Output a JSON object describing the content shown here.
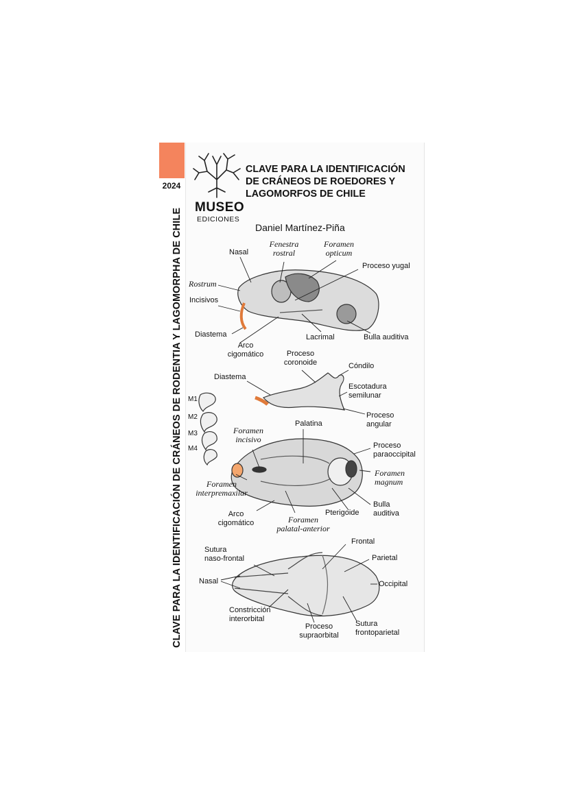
{
  "cover": {
    "year": "2024",
    "spine_title": "CLAVE PARA LA IDENTIFICACIÓN DE CRÁNEOS DE RODENTIA Y LAGOMORPHA DE CHILE",
    "publisher_name": "MUSEO",
    "publisher_sub": "EDICIONES",
    "title_line1": "CLAVE PARA LA IDENTIFICACIÓN",
    "title_line2": "DE CRÁNEOS DE ROEDORES Y",
    "title_line3": "LAGOMORFOS DE CHILE",
    "author": "Daniel Martínez-Piña",
    "colors": {
      "accent": "#f4845d",
      "incisor": "#e07a3a"
    }
  },
  "lateral": {
    "nasal": "Nasal",
    "fenestra_1": "Fenestra",
    "fenestra_2": "rostral",
    "foramen_opticum_1": "Foramen",
    "foramen_opticum_2": "opticum",
    "proceso_yugal": "Proceso yugal",
    "rostrum": "Rostrum",
    "incisivos": "Incisivos",
    "diastema": "Diastema",
    "arco_1": "Arco",
    "arco_2": "cigomático",
    "lacrimal": "Lacrimal",
    "bulla": "Bulla auditiva"
  },
  "mandible": {
    "coronoide_1": "Proceso",
    "coronoide_2": "coronoide",
    "condilo": "Cóndilo",
    "diastema": "Diastema",
    "escotadura_1": "Escotadura",
    "escotadura_2": "semilunar",
    "angular_1": "Proceso",
    "angular_2": "angular"
  },
  "molars": [
    "M1",
    "M2",
    "M3",
    "M4"
  ],
  "ventral": {
    "foramen_incisivo_1": "Foramen",
    "foramen_incisivo_2": "incisivo",
    "palatina": "Palatina",
    "paraoccipital_1": "Proceso",
    "paraoccipital_2": "paraoccipital",
    "magnum_1": "Foramen",
    "magnum_2": "magnum",
    "interpremaxilar_1": "Foramen",
    "interpremaxilar_2": "interpremaxilar",
    "pterigoide": "Pterigoide",
    "bulla_1": "Bulla",
    "bulla_2": "auditiva",
    "arco_1": "Arco",
    "arco_2": "cigomático",
    "palatal_1": "Foramen",
    "palatal_2": "palatal-anterior"
  },
  "dorsal": {
    "sutura_nf_1": "Sutura",
    "sutura_nf_2": "naso-frontal",
    "frontal": "Frontal",
    "parietal": "Parietal",
    "nasal": "Nasal",
    "occipital": "Occipital",
    "constriccion_1": "Constricción",
    "constriccion_2": "interorbital",
    "supraorbital_1": "Proceso",
    "supraorbital_2": "supraorbital",
    "frontoparietal_1": "Sutura",
    "frontoparietal_2": "frontoparietal"
  }
}
